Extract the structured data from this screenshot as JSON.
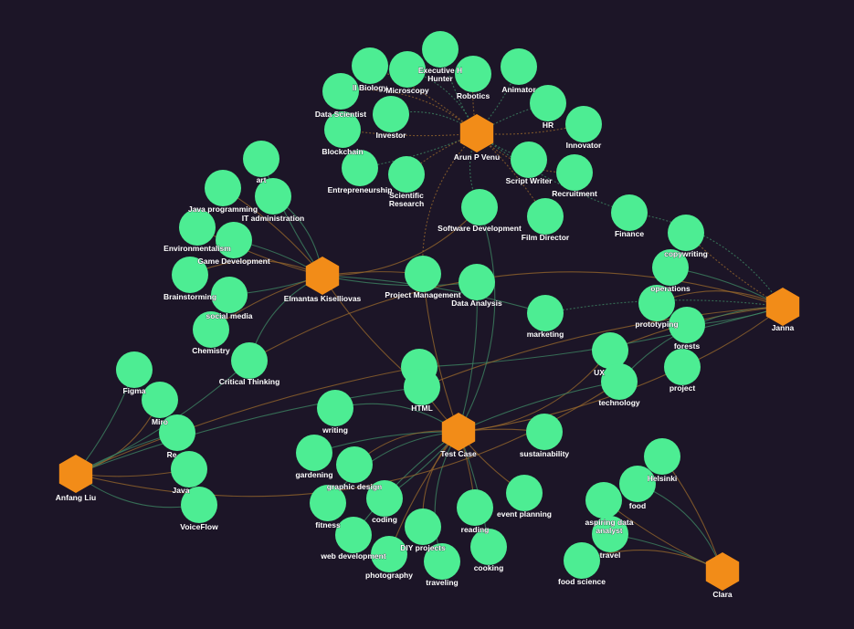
{
  "colors": {
    "background": "#1c1527",
    "skill_node": "#4ded93",
    "person_node": "#f28c18",
    "link_green": "#3f8a66",
    "link_orange": "#9a6a2c",
    "label": "#ffffff"
  },
  "people": [
    {
      "id": "arun",
      "label": "Arun P Venu"
    },
    {
      "id": "elmantas",
      "label": "Elmantas Kiselliovas"
    },
    {
      "id": "janna",
      "label": "Janna"
    },
    {
      "id": "testcase",
      "label": "Test Case"
    },
    {
      "id": "anfang",
      "label": "Anfang Liu"
    },
    {
      "id": "clara",
      "label": "Clara"
    }
  ],
  "skills": [
    {
      "id": "executive",
      "label": "Executive H",
      "label2": "Hunter"
    },
    {
      "id": "cellbio",
      "label": "ll Biology"
    },
    {
      "id": "microscopy",
      "label": "Microscopy"
    },
    {
      "id": "robotics",
      "label": "Robotics"
    },
    {
      "id": "animator",
      "label": "Animator"
    },
    {
      "id": "datasci",
      "label": "Data Scientist"
    },
    {
      "id": "hr",
      "label": "HR"
    },
    {
      "id": "innovator",
      "label": "Innovator"
    },
    {
      "id": "investor",
      "label": "Investor"
    },
    {
      "id": "blockchain",
      "label": "Blockchain"
    },
    {
      "id": "scriptwriter",
      "label": "Script Writer"
    },
    {
      "id": "recruitment",
      "label": "Recruitment"
    },
    {
      "id": "entrepreneurship",
      "label": "Entrepreneurship"
    },
    {
      "id": "scires",
      "label": "Scientific",
      "label2": "Research"
    },
    {
      "id": "softdev",
      "label": "Software Development"
    },
    {
      "id": "filmdir",
      "label": "Film Director"
    },
    {
      "id": "finance",
      "label": "Finance"
    },
    {
      "id": "art",
      "label": "art"
    },
    {
      "id": "javaprog",
      "label": "Java programming"
    },
    {
      "id": "itadmin",
      "label": "IT administration"
    },
    {
      "id": "environ",
      "label": "Environmentalism"
    },
    {
      "id": "gamedev",
      "label": "Game Development"
    },
    {
      "id": "brainstorm",
      "label": "Brainstorming"
    },
    {
      "id": "socialmedia",
      "label": "social media"
    },
    {
      "id": "chemistry",
      "label": "Chemistry"
    },
    {
      "id": "critical",
      "label": "Critical Thinking"
    },
    {
      "id": "projmgmt",
      "label": "Project Management"
    },
    {
      "id": "dataanalysis",
      "label": "Data Analysis"
    },
    {
      "id": "marketing",
      "label": "marketing"
    },
    {
      "id": "copywriting",
      "label": "copywriting"
    },
    {
      "id": "operations",
      "label": "operations"
    },
    {
      "id": "prototyping",
      "label": "prototyping"
    },
    {
      "id": "forests",
      "label": "forests"
    },
    {
      "id": "ux",
      "label": "UX"
    },
    {
      "id": "technology",
      "label": "technology"
    },
    {
      "id": "project",
      "label": "project"
    },
    {
      "id": "htmlA",
      "label": ""
    },
    {
      "id": "html",
      "label": "HTML"
    },
    {
      "id": "figma",
      "label": "Figma"
    },
    {
      "id": "miro",
      "label": "Miro"
    },
    {
      "id": "react",
      "label": "Re"
    },
    {
      "id": "java",
      "label": "Java"
    },
    {
      "id": "voiceflow",
      "label": "VoiceFlow"
    },
    {
      "id": "writing",
      "label": "writing"
    },
    {
      "id": "sustain",
      "label": "sustainability"
    },
    {
      "id": "gardening",
      "label": "gardening"
    },
    {
      "id": "graphic",
      "label": "graphic design"
    },
    {
      "id": "coding",
      "label": "coding"
    },
    {
      "id": "eventplan",
      "label": "event planning"
    },
    {
      "id": "fitness",
      "label": "fitness"
    },
    {
      "id": "reading",
      "label": "reading"
    },
    {
      "id": "webdev",
      "label": "web development"
    },
    {
      "id": "diy",
      "label": "DIY projects"
    },
    {
      "id": "cooking",
      "label": "cooking"
    },
    {
      "id": "photography",
      "label": "photography"
    },
    {
      "id": "traveling",
      "label": "traveling"
    },
    {
      "id": "helsinki",
      "label": "Helsinki"
    },
    {
      "id": "food",
      "label": "food"
    },
    {
      "id": "aspiring",
      "label": "aspiring data",
      "label2": "analyst"
    },
    {
      "id": "travel",
      "label": "travel"
    },
    {
      "id": "foodsci",
      "label": "food science"
    }
  ],
  "links": [
    [
      "arun",
      "executive"
    ],
    [
      "arun",
      "cellbio"
    ],
    [
      "arun",
      "microscopy"
    ],
    [
      "arun",
      "robotics"
    ],
    [
      "arun",
      "animator"
    ],
    [
      "arun",
      "datasci"
    ],
    [
      "arun",
      "hr"
    ],
    [
      "arun",
      "innovator"
    ],
    [
      "arun",
      "investor"
    ],
    [
      "arun",
      "blockchain"
    ],
    [
      "arun",
      "scriptwriter"
    ],
    [
      "arun",
      "recruitment"
    ],
    [
      "arun",
      "entrepreneurship"
    ],
    [
      "arun",
      "scires"
    ],
    [
      "arun",
      "softdev"
    ],
    [
      "arun",
      "filmdir"
    ],
    [
      "arun",
      "finance"
    ],
    [
      "arun",
      "projmgmt"
    ],
    [
      "elmantas",
      "art"
    ],
    [
      "elmantas",
      "javaprog"
    ],
    [
      "elmantas",
      "itadmin"
    ],
    [
      "elmantas",
      "environ"
    ],
    [
      "elmantas",
      "gamedev"
    ],
    [
      "elmantas",
      "brainstorm"
    ],
    [
      "elmantas",
      "socialmedia"
    ],
    [
      "elmantas",
      "chemistry"
    ],
    [
      "elmantas",
      "critical"
    ],
    [
      "elmantas",
      "projmgmt"
    ],
    [
      "elmantas",
      "dataanalysis"
    ],
    [
      "elmantas",
      "softdev"
    ],
    [
      "elmantas",
      "marketing"
    ],
    [
      "elmantas",
      "html"
    ],
    [
      "janna",
      "finance"
    ],
    [
      "janna",
      "copywriting"
    ],
    [
      "janna",
      "operations"
    ],
    [
      "janna",
      "prototyping"
    ],
    [
      "janna",
      "forests"
    ],
    [
      "janna",
      "ux"
    ],
    [
      "janna",
      "technology"
    ],
    [
      "janna",
      "project"
    ],
    [
      "janna",
      "marketing"
    ],
    [
      "janna",
      "critical"
    ],
    [
      "janna",
      "htmlA"
    ],
    [
      "janna",
      "html"
    ],
    [
      "testcase",
      "writing"
    ],
    [
      "testcase",
      "sustain"
    ],
    [
      "testcase",
      "gardening"
    ],
    [
      "testcase",
      "graphic"
    ],
    [
      "testcase",
      "coding"
    ],
    [
      "testcase",
      "eventplan"
    ],
    [
      "testcase",
      "fitness"
    ],
    [
      "testcase",
      "reading"
    ],
    [
      "testcase",
      "webdev"
    ],
    [
      "testcase",
      "diy"
    ],
    [
      "testcase",
      "cooking"
    ],
    [
      "testcase",
      "photography"
    ],
    [
      "testcase",
      "traveling"
    ],
    [
      "testcase",
      "html"
    ],
    [
      "testcase",
      "dataanalysis"
    ],
    [
      "testcase",
      "ux"
    ],
    [
      "testcase",
      "technology"
    ],
    [
      "testcase",
      "project"
    ],
    [
      "testcase",
      "softdev"
    ],
    [
      "testcase",
      "projmgmt"
    ],
    [
      "anfang",
      "figma"
    ],
    [
      "anfang",
      "miro"
    ],
    [
      "anfang",
      "react"
    ],
    [
      "anfang",
      "java"
    ],
    [
      "anfang",
      "voiceflow"
    ],
    [
      "anfang",
      "htmlA"
    ],
    [
      "anfang",
      "critical"
    ],
    [
      "anfang",
      "technology"
    ],
    [
      "anfang",
      "html"
    ],
    [
      "clara",
      "helsinki"
    ],
    [
      "clara",
      "food"
    ],
    [
      "clara",
      "aspiring"
    ],
    [
      "clara",
      "travel"
    ],
    [
      "clara",
      "foodsci"
    ]
  ]
}
